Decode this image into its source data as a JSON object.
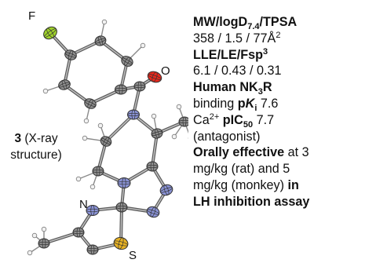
{
  "molecule": {
    "atom_labels": {
      "fluorine": "F",
      "oxygen": "O",
      "nitrogen": "N",
      "sulfur": "S"
    },
    "colors": {
      "carbon": "#8f8f8f",
      "nitrogen": "#8a93d6",
      "oxygen": "#e8281c",
      "fluorine": "#9fd12a",
      "sulfur": "#e7b224",
      "hydrogen": "#f2f2f2",
      "bond": "#5a5a5a"
    }
  },
  "caption": {
    "compound_number": "3",
    "text_1": " (X-ray",
    "text_2": "structure)"
  },
  "properties": {
    "mw_header": {
      "a": "MW/logD",
      "sub": "7.4",
      "b": "/TPSA"
    },
    "mw_values": {
      "a": "358 / 1.5 / 77Å",
      "sup": "2"
    },
    "lle_header": {
      "a": "LLE/LE/Fsp",
      "sup": "3"
    },
    "lle_values": "6.1 / 0.43 / 0.31",
    "target": {
      "a": "Human NK",
      "sub": "3",
      "b": "R"
    },
    "binding": {
      "a": "binding ",
      "p": "p",
      "k": "K",
      "ksub": "i",
      "value": " 7.6"
    },
    "calcium": {
      "ca": "Ca",
      "sup": "2+",
      "p": " pIC",
      "sub": "50",
      "value": " 7.7"
    },
    "mode": "(antagonist)",
    "oral_1": {
      "bold": "Orally effective",
      "rest": " at 3"
    },
    "oral_2": "mg/kg (rat) and 5",
    "oral_3": {
      "a": "mg/kg (monkey) ",
      "bold": "in"
    },
    "oral_4": "LH inhibition assay"
  }
}
